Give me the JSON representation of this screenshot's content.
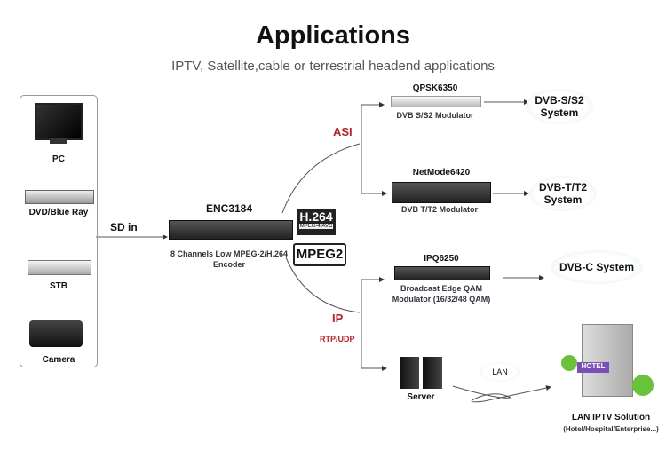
{
  "header": {
    "title": "Applications",
    "subtitle": "IPTV, Satellite,cable or terrestrial headend applications"
  },
  "sources": [
    {
      "label": "PC",
      "icon": "monitor-icon"
    },
    {
      "label": "DVD/Blue Ray",
      "icon": "dvd-player-icon"
    },
    {
      "label": "STB",
      "icon": "set-top-box-icon"
    },
    {
      "label": "Camera",
      "icon": "video-camera-icon"
    }
  ],
  "input_label": "SD in",
  "encoder": {
    "name": "ENC3184",
    "caption_line1": "8 Channels Low MPEG-2/H.264",
    "caption_line2": "Encoder",
    "codec1_main": "H.264",
    "codec1_sub": "MPEG-4/AVC",
    "codec2": "MPEG2"
  },
  "paths": {
    "asi": "ASI",
    "ip": "IP",
    "ip_sub": "RTP/UDP"
  },
  "modulators": [
    {
      "name": "QPSK6350",
      "caption": "DVB S/S2 Modulator",
      "target_line1": "DVB-S/S2",
      "target_line2": "System"
    },
    {
      "name": "NetMode6420",
      "caption": "DVB T/T2 Modulator",
      "target_line1": "DVB-T/T2",
      "target_line2": "System"
    },
    {
      "name": "IPQ6250",
      "caption_line1": "Broadcast Edge QAM",
      "caption_line2": "Modulator (16/32/48 QAM)",
      "target": "DVB-C System"
    }
  ],
  "server": {
    "label": "Server",
    "network": "LAN"
  },
  "lan_solution": {
    "title": "LAN IPTV Solution",
    "subtitle": "(Hotel/Hospital/Enterprise...)",
    "sign": "HOTEL"
  },
  "colors": {
    "accent_red": "#b0242a",
    "line": "#555555"
  }
}
